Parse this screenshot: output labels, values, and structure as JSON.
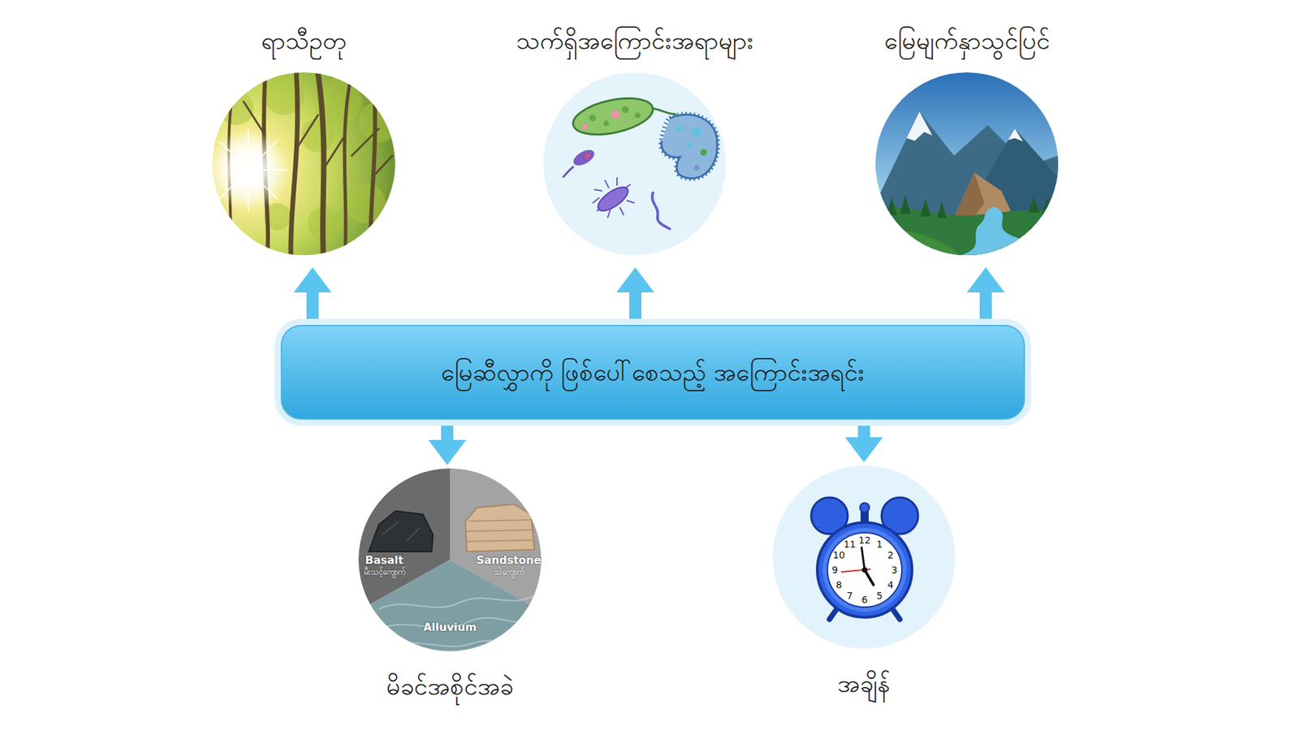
{
  "diagram": {
    "nodes": [
      {
        "text": [
          "ရာသီဥတု"
        ]
      },
      {
        "text": [
          "သက်ရှိအကြောင်းအရာများ"
        ]
      },
      {
        "text": [
          "မြေမျက်နှာသွင်ပြင်"
        ]
      },
      {
        "text": [
          "မြေဆီလွှာကို ဖြစ်ပေါ်စေသည့် အကြောင်းအရင်း"
        ]
      },
      {
        "text": [
          "မိခင်အစိုင်အခဲ"
        ]
      },
      {
        "text": [
          "အချိန်"
        ]
      }
    ],
    "edges": [
      {
        "from": 3,
        "to": 0,
        "arrow": "to"
      },
      {
        "from": 3,
        "to": 1,
        "arrow": "to"
      },
      {
        "from": 3,
        "to": 2,
        "arrow": "to"
      },
      {
        "from": 3,
        "to": 4,
        "arrow": "to"
      },
      {
        "from": 3,
        "to": 5,
        "arrow": "to"
      }
    ],
    "labels": [
      "Basalt",
      "မီးသင့်ကျောက်",
      "Sandstone",
      "သဲကျောက်",
      "Alluvium",
      "12",
      "1",
      "2",
      "3",
      "4",
      "5",
      "6",
      "7",
      "8",
      "9",
      "10",
      "11"
    ]
  }
}
